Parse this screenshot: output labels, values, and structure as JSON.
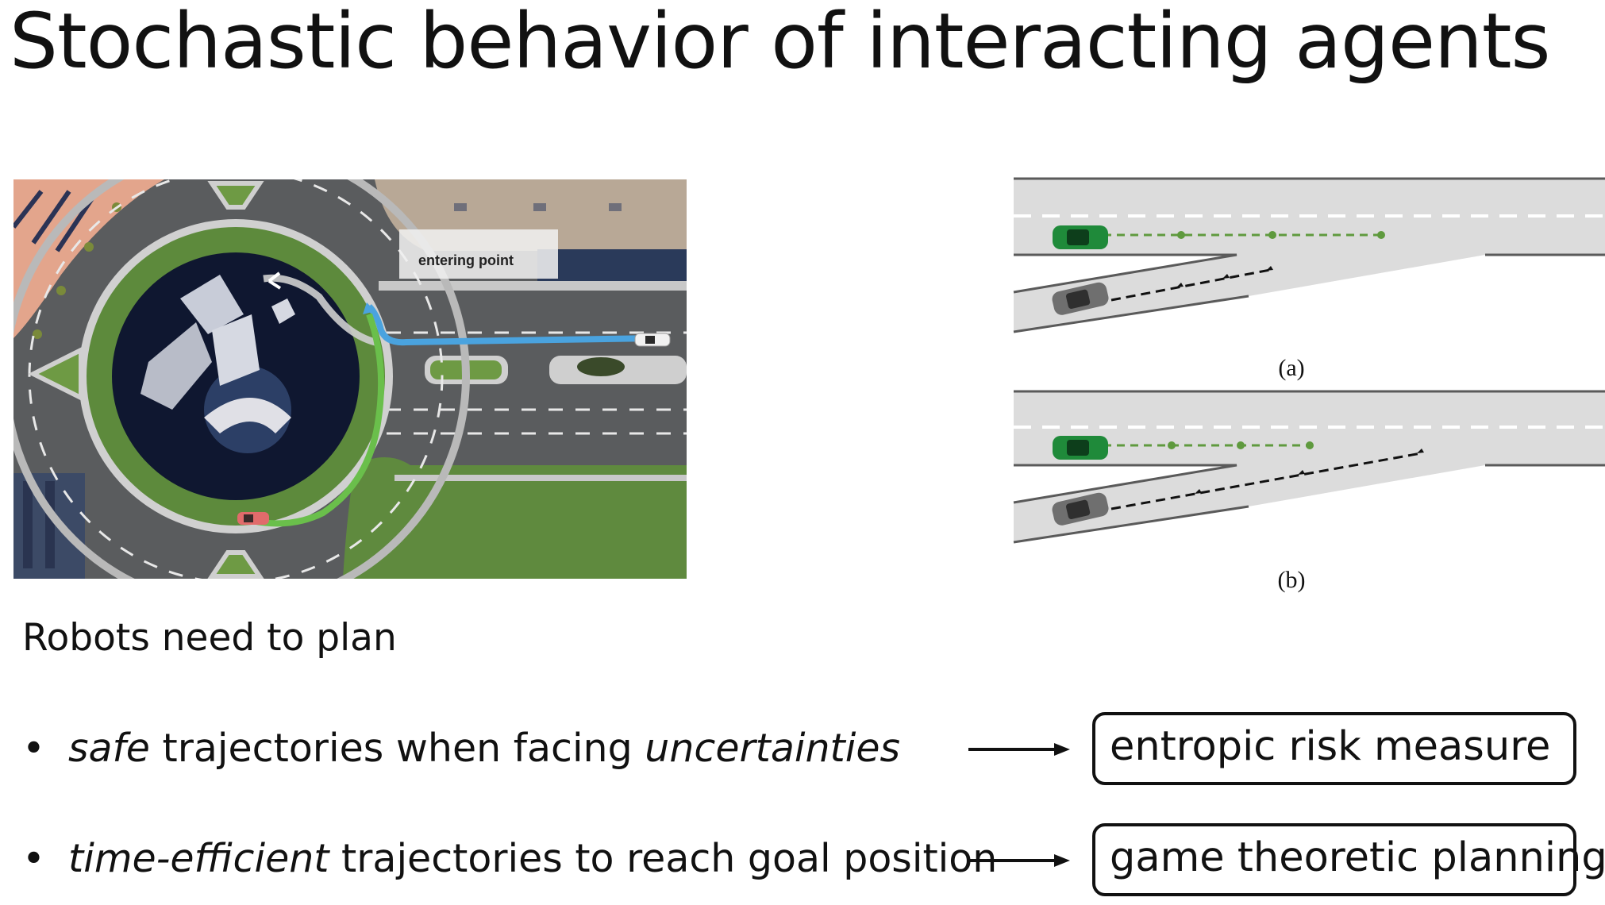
{
  "slide": {
    "title": "Stochastic behavior of interacting agents",
    "roundabout_figure": {
      "annotation": "entering point"
    },
    "merge_figure": {
      "caption_a": "(a)",
      "caption_b": "(b)"
    },
    "plan_heading": "Robots need to plan",
    "bullets": [
      {
        "marker": "•",
        "em1": "safe",
        "text1": " trajectories when facing ",
        "em2": "uncertainties",
        "text2": "",
        "target": "entropic risk measure"
      },
      {
        "marker": "•",
        "em1": "time-efficient",
        "text1": " trajectories to reach goal position",
        "em2": "",
        "text2": "",
        "target": "game theoretic planning"
      }
    ]
  },
  "colors": {
    "ego_path": "#6abf4b",
    "other_path": "#4aa3df",
    "green_car": "#1f8a3a",
    "grey_car": "#6f6f6f",
    "road": "#dcdcdc"
  }
}
